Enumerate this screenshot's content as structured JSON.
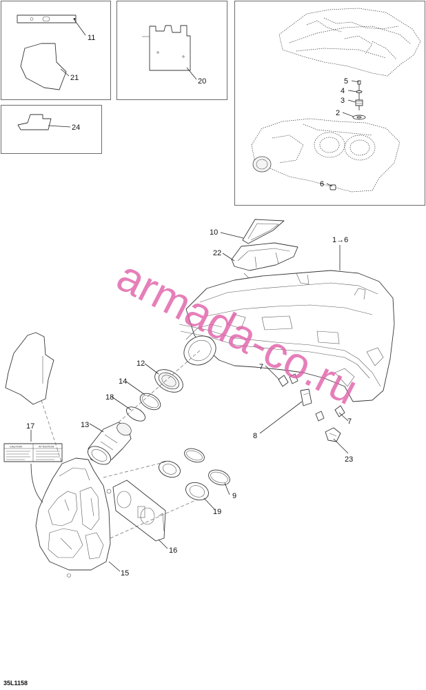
{
  "drawing": {
    "reference_code": "35L1158",
    "watermark": "armada-co.ru",
    "range_label": "1→6",
    "caution_label": {
      "left_heading": "CAUTION",
      "right_heading": "ATTENTION"
    },
    "callouts": [
      {
        "id": "11",
        "label": "11"
      },
      {
        "id": "21",
        "label": "21"
      },
      {
        "id": "20",
        "label": "20"
      },
      {
        "id": "24",
        "label": "24"
      },
      {
        "id": "5",
        "label": "5"
      },
      {
        "id": "4",
        "label": "4"
      },
      {
        "id": "3",
        "label": "3"
      },
      {
        "id": "2",
        "label": "2"
      },
      {
        "id": "6",
        "label": "6"
      },
      {
        "id": "10",
        "label": "10"
      },
      {
        "id": "22",
        "label": "22"
      },
      {
        "id": "12",
        "label": "12"
      },
      {
        "id": "14",
        "label": "14"
      },
      {
        "id": "18",
        "label": "18"
      },
      {
        "id": "13",
        "label": "13"
      },
      {
        "id": "17",
        "label": "17"
      },
      {
        "id": "7a",
        "label": "7"
      },
      {
        "id": "7b",
        "label": "7"
      },
      {
        "id": "8",
        "label": "8"
      },
      {
        "id": "23",
        "label": "23"
      },
      {
        "id": "9",
        "label": "9"
      },
      {
        "id": "19",
        "label": "19"
      },
      {
        "id": "16",
        "label": "16"
      },
      {
        "id": "15",
        "label": "15"
      }
    ]
  }
}
